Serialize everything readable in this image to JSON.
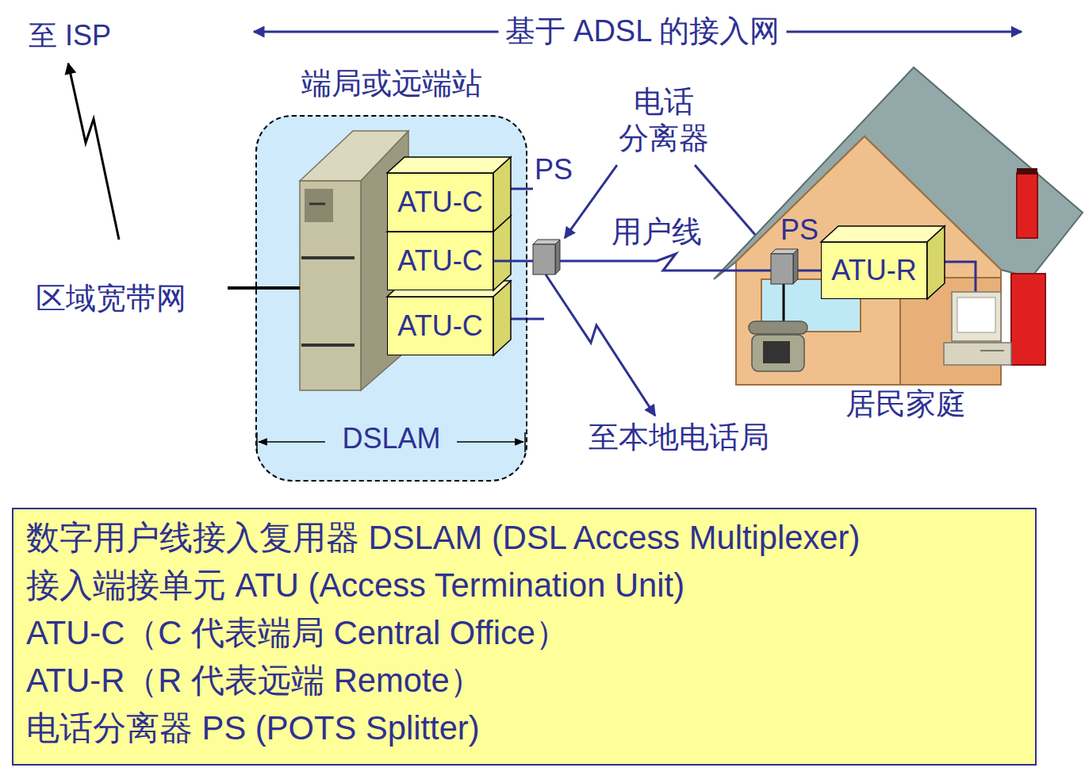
{
  "diagram": {
    "nodes": [
      {
        "text": [
          "端局或远端站",
          "DSLAM"
        ]
      },
      {
        "text": [
          "ATU-C"
        ],
        "in": 0
      },
      {
        "text": [
          "ATU-C"
        ],
        "in": 0
      },
      {
        "text": [
          "ATU-C"
        ],
        "in": 0
      },
      {
        "text": [
          "ATU-R"
        ]
      },
      {
        "text": [
          "数字用户线接入复用器 DSLAM (DSL Access Multiplexer)",
          "接入端接单元 ATU (Access Termination Unit)",
          "ATU-C（C 代表端局 Central Office）",
          "ATU-R（R 代表远端 Remote）",
          "电话分离器 PS (POTS Splitter)"
        ]
      }
    ],
    "edges": [
      {
        "from": 2,
        "to": 4,
        "label": "用户线",
        "arrow": "none"
      }
    ],
    "labels": [
      "至 ISP",
      "基于 ADSL 的接入网",
      "PS",
      "电话分离器",
      "区域宽带网",
      "PS",
      "至本地电话局",
      "居民家庭"
    ]
  }
}
